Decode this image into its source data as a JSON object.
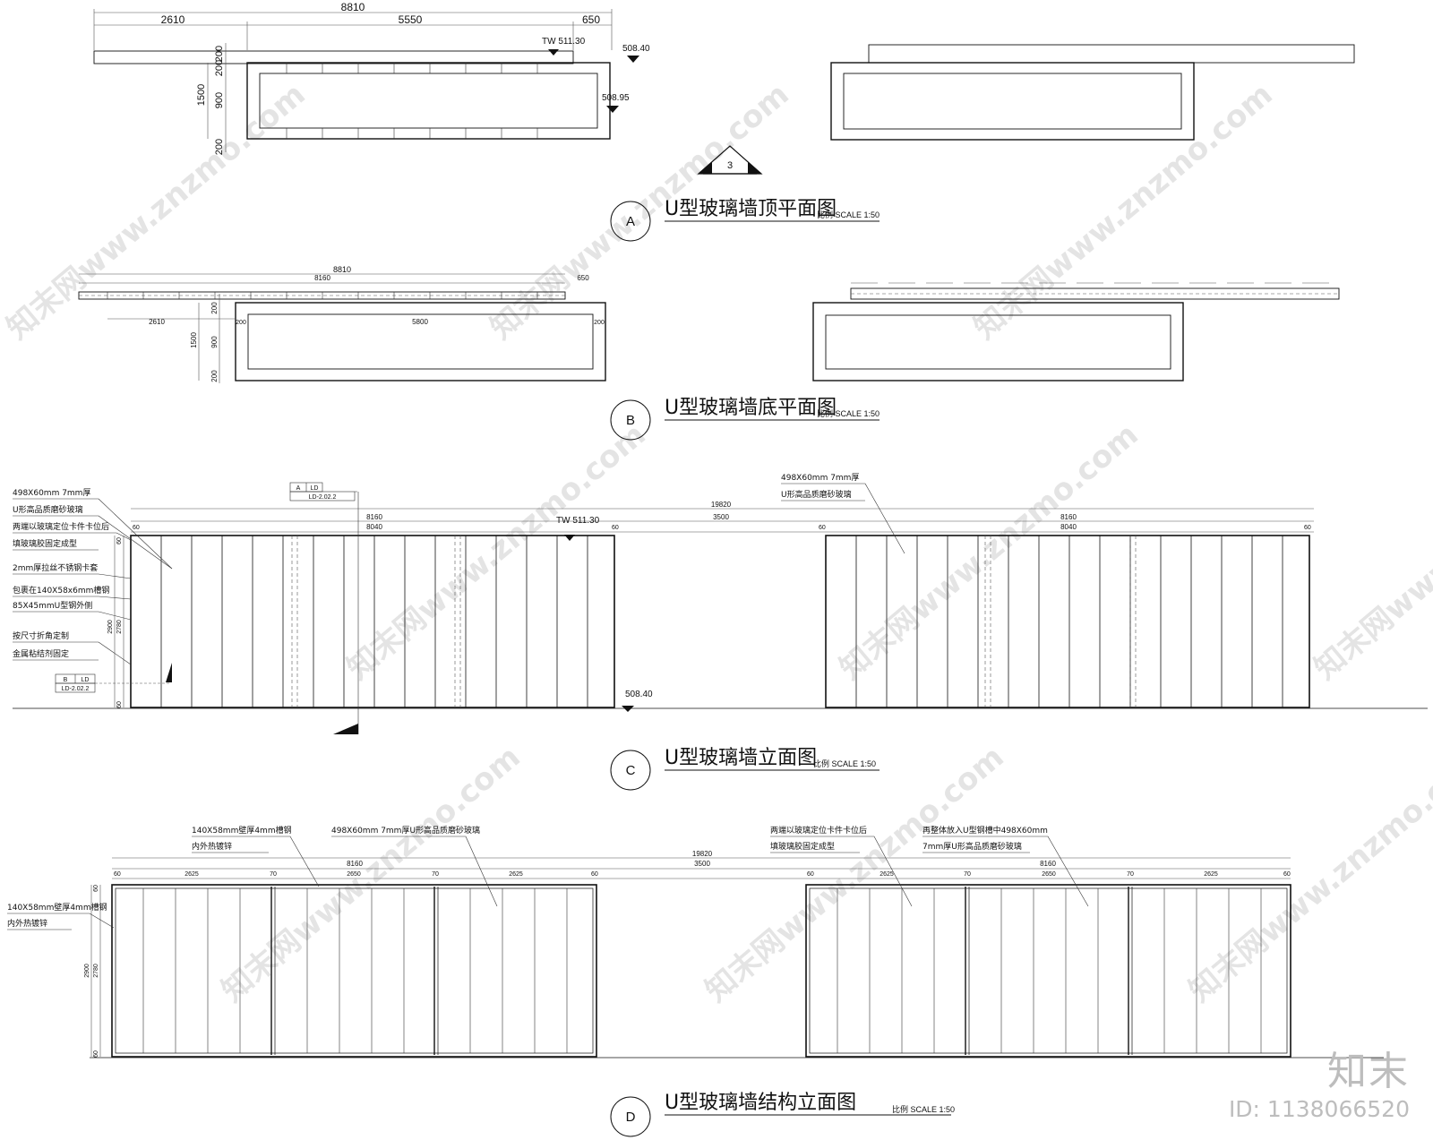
{
  "views": {
    "a": {
      "letter": "A",
      "title": "U型玻璃墙顶平面图",
      "scale": "比例 SCALE 1:50",
      "dims_top": [
        "8810",
        "2610",
        "5550",
        "650"
      ],
      "dims_side": [
        "200",
        "200",
        "1500",
        "900",
        "200"
      ],
      "levels": [
        "TW 511.30",
        "508.40",
        "508.95"
      ],
      "section_mark": "3"
    },
    "b": {
      "letter": "B",
      "title": "U型玻璃墙底平面图",
      "scale": "比例 SCALE 1:50",
      "dims_top": [
        "8810",
        "8160",
        "650"
      ],
      "dims_inner": [
        "2610",
        "5800",
        "200",
        "200"
      ],
      "dims_side": [
        "200",
        "1500",
        "900",
        "200"
      ]
    },
    "c": {
      "letter": "C",
      "title": "U型玻璃墙立面图",
      "scale": "比例 SCALE 1:50",
      "total": "19820",
      "mid": "3500",
      "panel_total": "8160",
      "panel_inner": "8040",
      "edge": "60",
      "heights": [
        "2900",
        "2780",
        "60",
        "60"
      ],
      "levels": [
        "TW 511.30",
        "508.40"
      ],
      "detail_a": [
        "A",
        "LD",
        "LD-2.02.2"
      ],
      "detail_b": [
        "B",
        "LD",
        "LD-2.02.2"
      ],
      "notes_left": [
        "498X60mm  7mm厚",
        "U形高品质磨砂玻璃",
        "两端以玻璃定位卡件卡位后",
        "填玻璃胶固定成型",
        "2mm厚拉丝不锈钢卡套",
        "包裹在140X58x6mm槽钢",
        "85X45mmU型钢外侧",
        "按尺寸折角定制",
        "金属粘结剂固定"
      ],
      "notes_right": [
        "498X60mm  7mm厚",
        "U形高品质磨砂玻璃"
      ]
    },
    "d": {
      "letter": "D",
      "title": "U型玻璃墙结构立面图",
      "scale": "比例 SCALE 1:50",
      "total": "19820",
      "mid": "3500",
      "panel_total": "8160",
      "segments": [
        "60",
        "2625",
        "70",
        "2650",
        "70",
        "2625",
        "60"
      ],
      "heights": [
        "2900",
        "2780",
        "60",
        "60"
      ],
      "notes": [
        "140X58mm壁厚4mm槽钢",
        "内外热镀锌",
        "498X60mm  7mm厚U形高品质磨砂玻璃",
        "两端以玻璃定位卡件卡位后",
        "填玻璃胶固定成型",
        "再整体放入U型钢槽中498X60mm",
        "7mm厚U形高品质磨砂玻璃"
      ],
      "side_note": [
        "140X58mm壁厚4mm槽钢",
        "内外热镀锌"
      ]
    }
  },
  "watermark": {
    "text": "知末网www.znzmo.com",
    "brand": "知末",
    "id": "ID: 1138066520"
  }
}
